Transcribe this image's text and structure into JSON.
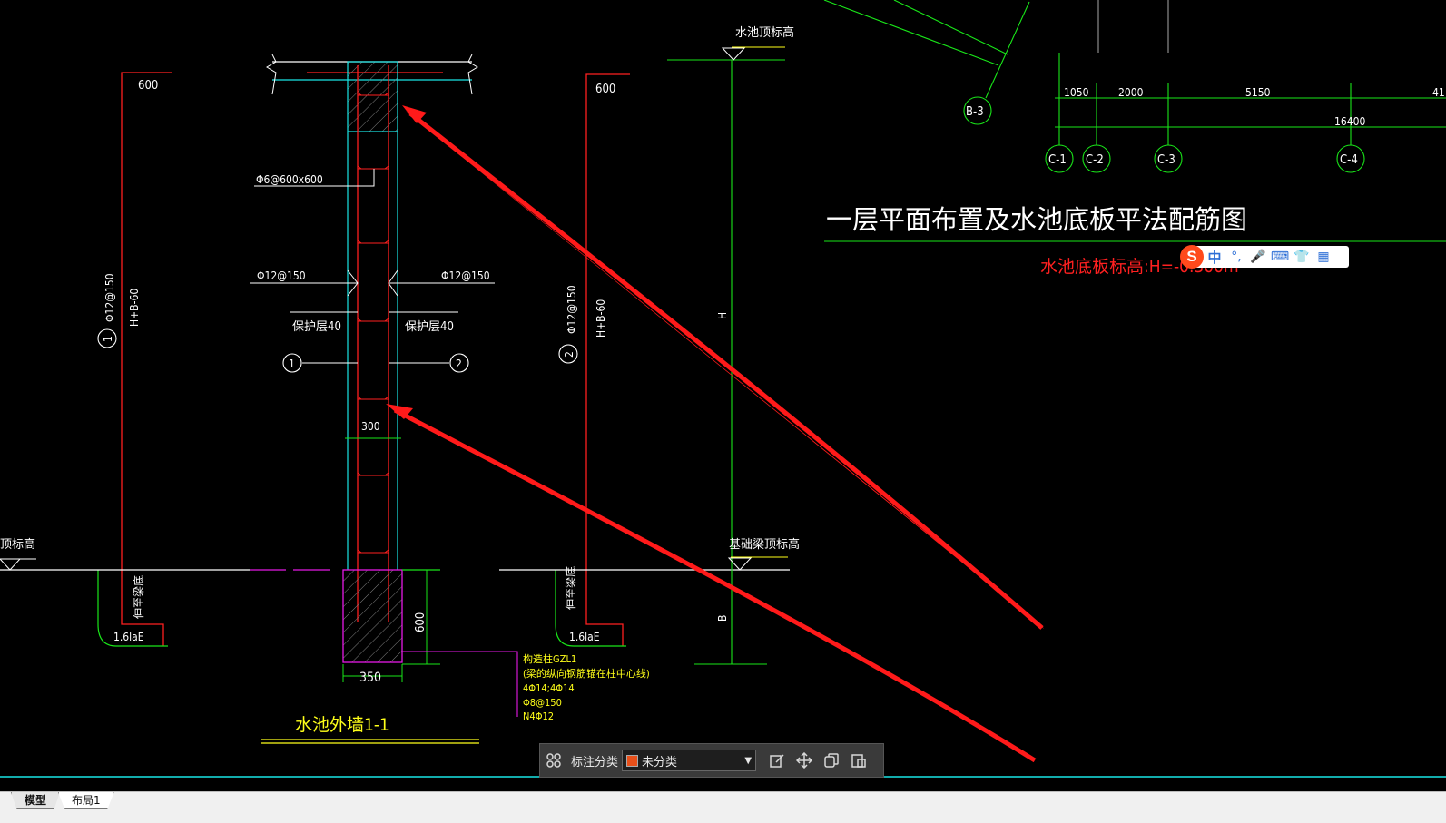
{
  "drawing": {
    "left_section": {
      "dim_600": "600",
      "rebar_vertical": "Φ12@150",
      "bubble_num": "1",
      "h_formula": "H+B-60",
      "elev_label": "顶标高",
      "beam_bottom": "伸至梁底",
      "lap_length": "1.6laE"
    },
    "center_wall": {
      "tie_rebar": "Φ6@600x600",
      "rebar_left": "Φ12@150",
      "rebar_right": "Φ12@150",
      "cover_left": "保护层40",
      "cover_right": "保护层40",
      "bubble_left": "1",
      "bubble_right": "2",
      "dim_300": "300",
      "dim_600": "600",
      "dim_350": "350",
      "title": "水池外墙1-1"
    },
    "right_section": {
      "dim_600": "600",
      "rebar_vertical": "Φ12@150",
      "bubble_num": "2",
      "h_formula": "H+B-60",
      "beam_bottom": "伸至梁底",
      "lap_length": "1.6laE"
    },
    "column_note": {
      "line1": "构造柱GZL1",
      "line2": "(梁的纵向钢筋锚在柱中心线)",
      "line3": "4Φ14;4Φ14",
      "line4": "Φ8@150",
      "line5": "N4Φ12"
    },
    "elevation_ruler": {
      "top_label": "水池顶标高",
      "bottom_label": "基础梁顶标高",
      "dim_H": "H",
      "dim_B": "B"
    },
    "plan": {
      "dims": [
        "1050",
        "2000",
        "5150",
        "41"
      ],
      "total": "16400",
      "axis_bubbles": [
        "B-3",
        "C-1",
        "C-2",
        "C-3",
        "C-4"
      ],
      "title": "一层平面布置及水池底板平法配筋图",
      "subtitle": "水池底板标高:H=-0.300m"
    }
  },
  "ime_bar": {
    "logo": "S",
    "lang": "中",
    "items": [
      "°,",
      "🎤",
      "⌨",
      "👕",
      "▦"
    ]
  },
  "toolbar": {
    "label": "标注分类",
    "selected": "未分类"
  },
  "tabs": [
    "模型",
    "布局1"
  ],
  "colors": {
    "background": "#000000",
    "red_line": "#ff2020",
    "green_line": "#19e619",
    "cyan_line": "#19e6e6",
    "magenta_line": "#e619e6",
    "yellow_text": "#ffff19",
    "white_text": "#ffffff",
    "arrow_red": "#ff1a1a"
  }
}
